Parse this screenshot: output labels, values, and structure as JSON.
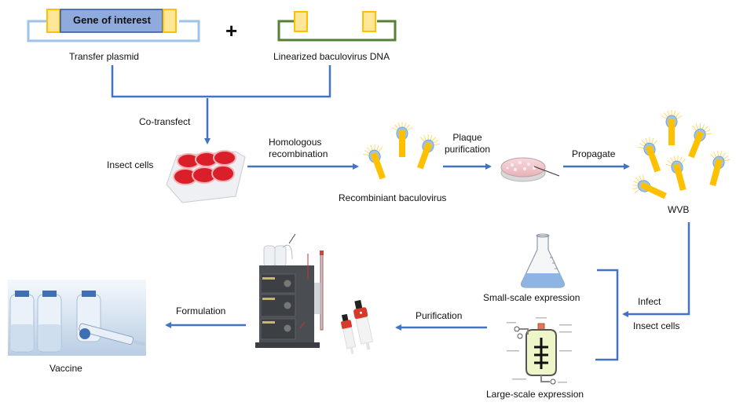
{
  "title": "Baculovirus expression vector system workflow",
  "colors": {
    "arrow": "#4472c4",
    "plasmid_backbone": "#9dc3e6",
    "gene_box": "#8faadc",
    "gene_border": "#2f5597",
    "homology_arm_fill": "#ffe699",
    "homology_arm_border": "#ffc000",
    "linear_dna": "#548235",
    "virus_body": "#ffc000",
    "virus_head": "#9dc3e6"
  },
  "plasmids": {
    "gene_label": "Gene of interest",
    "plus_sign": "+",
    "transfer_plasmid_label": "Transfer plasmid",
    "linearized_dna_label": "Linearized baculovirus DNA"
  },
  "steps": {
    "co_transfect": "Co-transfect",
    "insect_cells": "Insect cells",
    "homologous_recombination": [
      "Homologous",
      "recombination"
    ],
    "recombinant_baculovirus": "Recombiniant baculovirus",
    "plaque_purification": [
      "Plaque",
      "purification"
    ],
    "propagate": "Propagate",
    "wvb": "WVB",
    "infect": "Infect",
    "infect_insect_cells": "Insect cells",
    "small_scale": "Small-scale expression",
    "large_scale": "Large-scale expression",
    "purification": "Purification",
    "formulation": "Formulation",
    "vaccine": "Vaccine"
  },
  "images": {
    "well_plate": "six-well-plate",
    "petri_dish": "plaque-petri-dish",
    "flask": "erlenmeyer-flask",
    "bioreactor": "bioreactor",
    "chromatography": "chromatography-system",
    "columns": "purification-columns",
    "vaccine_vials": "vaccine-vials-and-syringe"
  }
}
